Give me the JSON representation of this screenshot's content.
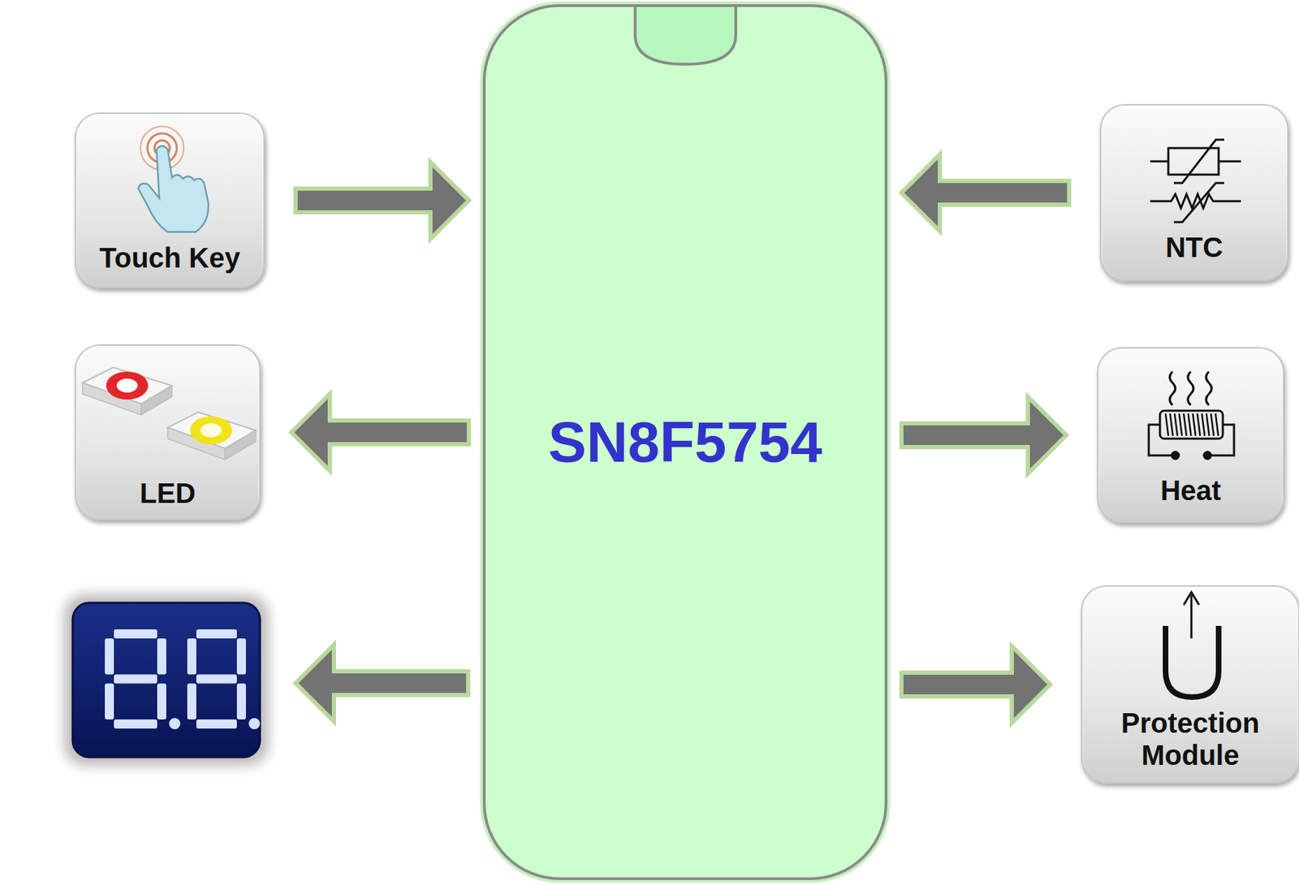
{
  "diagram": {
    "nodes": [
      {
        "text": [
          "Touch Key"
        ]
      },
      {
        "text": [
          "NTC"
        ]
      },
      {
        "text": [
          "LED"
        ]
      },
      {
        "text": [
          "SN8F5754"
        ]
      },
      {
        "text": [
          "Heat"
        ]
      },
      {
        "text": [
          "Protection Module"
        ]
      }
    ],
    "edges": [
      {
        "from": 0,
        "to": 3,
        "arrow": "to"
      },
      {
        "from": 1,
        "to": 3,
        "arrow": "to"
      },
      {
        "from": 3,
        "to": 2,
        "arrow": "to"
      },
      {
        "from": 3,
        "to": 4,
        "arrow": "to"
      },
      {
        "from": 3,
        "to": 5,
        "arrow": "to"
      }
    ]
  }
}
